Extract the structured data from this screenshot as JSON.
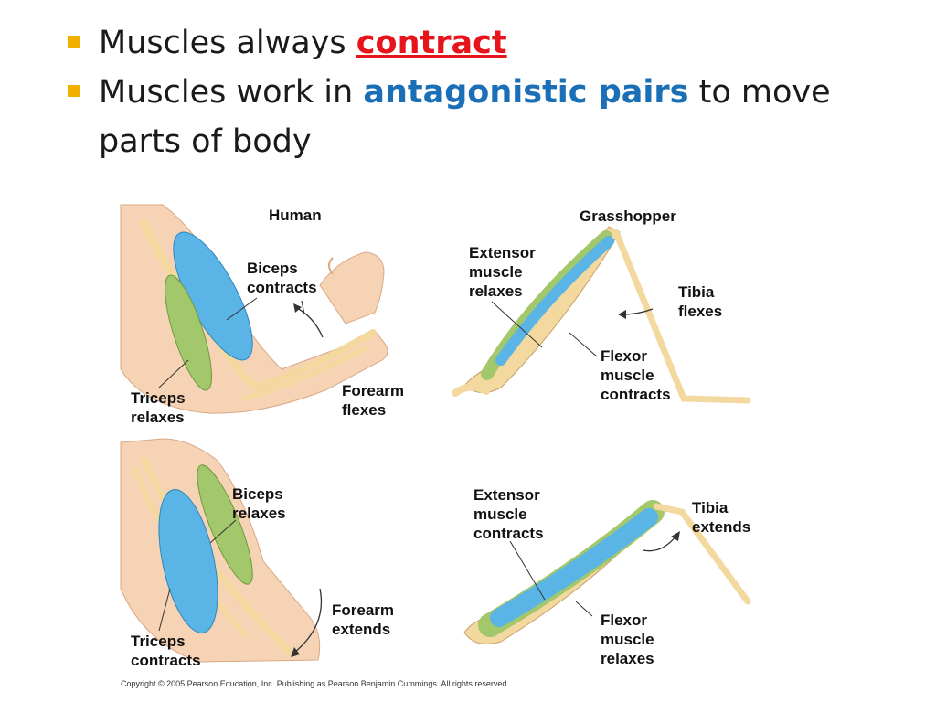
{
  "bullets": [
    {
      "pre": "Muscles always ",
      "emph": "contract",
      "post": ""
    },
    {
      "pre": "Muscles work in ",
      "emph": "antagonistic pairs",
      "post": " to move",
      "line2": "parts of body"
    }
  ],
  "figure": {
    "human_title": "Human",
    "grasshopper_title": "Grasshopper",
    "biceps_contracts": [
      "Biceps",
      "contracts"
    ],
    "triceps_relaxes": [
      "Triceps",
      "relaxes"
    ],
    "forearm_flexes": [
      "Forearm",
      "flexes"
    ],
    "biceps_relaxes": [
      "Biceps",
      "relaxes"
    ],
    "triceps_contracts": [
      "Triceps",
      "contracts"
    ],
    "forearm_extends": [
      "Forearm",
      "extends"
    ],
    "extensor_relaxes": [
      "Extensor",
      "muscle",
      "relaxes"
    ],
    "tibia_flexes": [
      "Tibia",
      "flexes"
    ],
    "flexor_contracts": [
      "Flexor",
      "muscle",
      "contracts"
    ],
    "extensor_contracts": [
      "Extensor",
      "muscle",
      "contracts"
    ],
    "tibia_extends": [
      "Tibia",
      "extends"
    ],
    "flexor_relaxes": [
      "Flexor",
      "muscle",
      "relaxes"
    ],
    "copyright": "Copyright © 2005 Pearson Education, Inc. Publishing as Pearson Benjamin Cummings. All rights reserved."
  },
  "colors": {
    "skin": "#f6d3b4",
    "bone": "#f3d9a0",
    "muscle_blue": "#5bb4e6",
    "muscle_green": "#a3c76b",
    "bullet": "#f2b100",
    "emph_red": "#e8141c",
    "emph_blue": "#1a6fb6"
  }
}
